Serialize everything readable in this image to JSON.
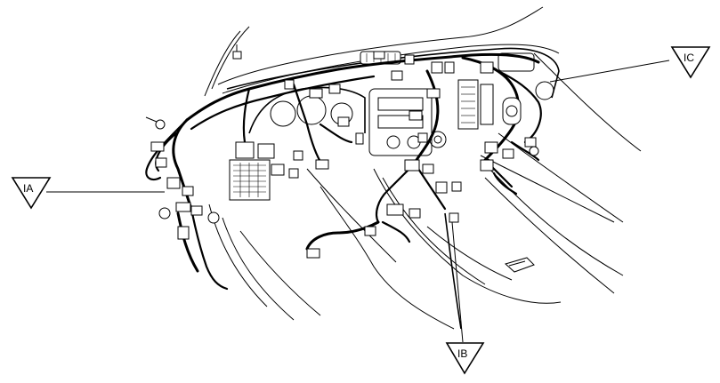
{
  "diagram": {
    "callouts": [
      {
        "id": "IA",
        "label": "IA"
      },
      {
        "id": "IB",
        "label": "IB"
      },
      {
        "id": "IC",
        "label": "IC"
      }
    ]
  }
}
